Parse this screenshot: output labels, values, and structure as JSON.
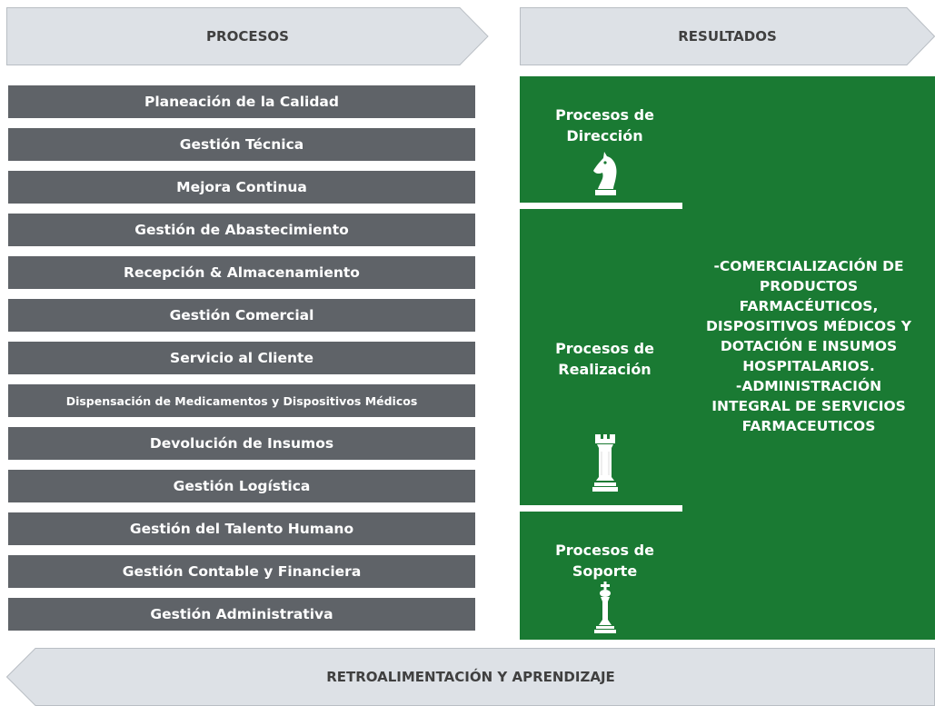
{
  "banners": {
    "procesos": "PROCESOS",
    "resultados": "RESULTADOS",
    "feedback": "RETROALIMENTACIÓN Y APRENDIZAJE"
  },
  "processes": [
    "Planeación de la Calidad",
    "Gestión Técnica",
    "Mejora Continua",
    "Gestión de Abastecimiento",
    "Recepción & Almacenamiento",
    "Gestión Comercial",
    "Servicio al Cliente",
    "Dispensación de Medicamentos y Dispositivos Médicos",
    "Devolución de Insumos",
    "Gestión Logística",
    "Gestión del Talento Humano",
    "Gestión Contable y Financiera",
    "Gestión Administrativa"
  ],
  "categories": {
    "direccion": {
      "line1": "Procesos de",
      "line2": "Dirección",
      "icon": "chess-knight-icon"
    },
    "realizacion": {
      "line1": "Procesos de",
      "line2": "Realización",
      "icon": "chess-rook-icon"
    },
    "soporte": {
      "line1": "Procesos de",
      "line2": "Soporte",
      "icon": "chess-king-icon"
    }
  },
  "results": [
    "-COMERCIALIZACIÓN DE",
    "PRODUCTOS",
    "FARMACÉUTICOS,",
    "DISPOSITIVOS MÉDICOS Y",
    "DOTACIÓN E INSUMOS",
    "HOSPITALARIOS.",
    "-ADMINISTRACIÓN",
    "INTEGRAL DE SERVICIOS",
    "FARMACEUTICOS"
  ],
  "colors": {
    "process_fill": "#5f6368",
    "green": "#1a7a33",
    "banner_fill": "#dde1e6",
    "banner_stroke": "#b9bec4"
  }
}
